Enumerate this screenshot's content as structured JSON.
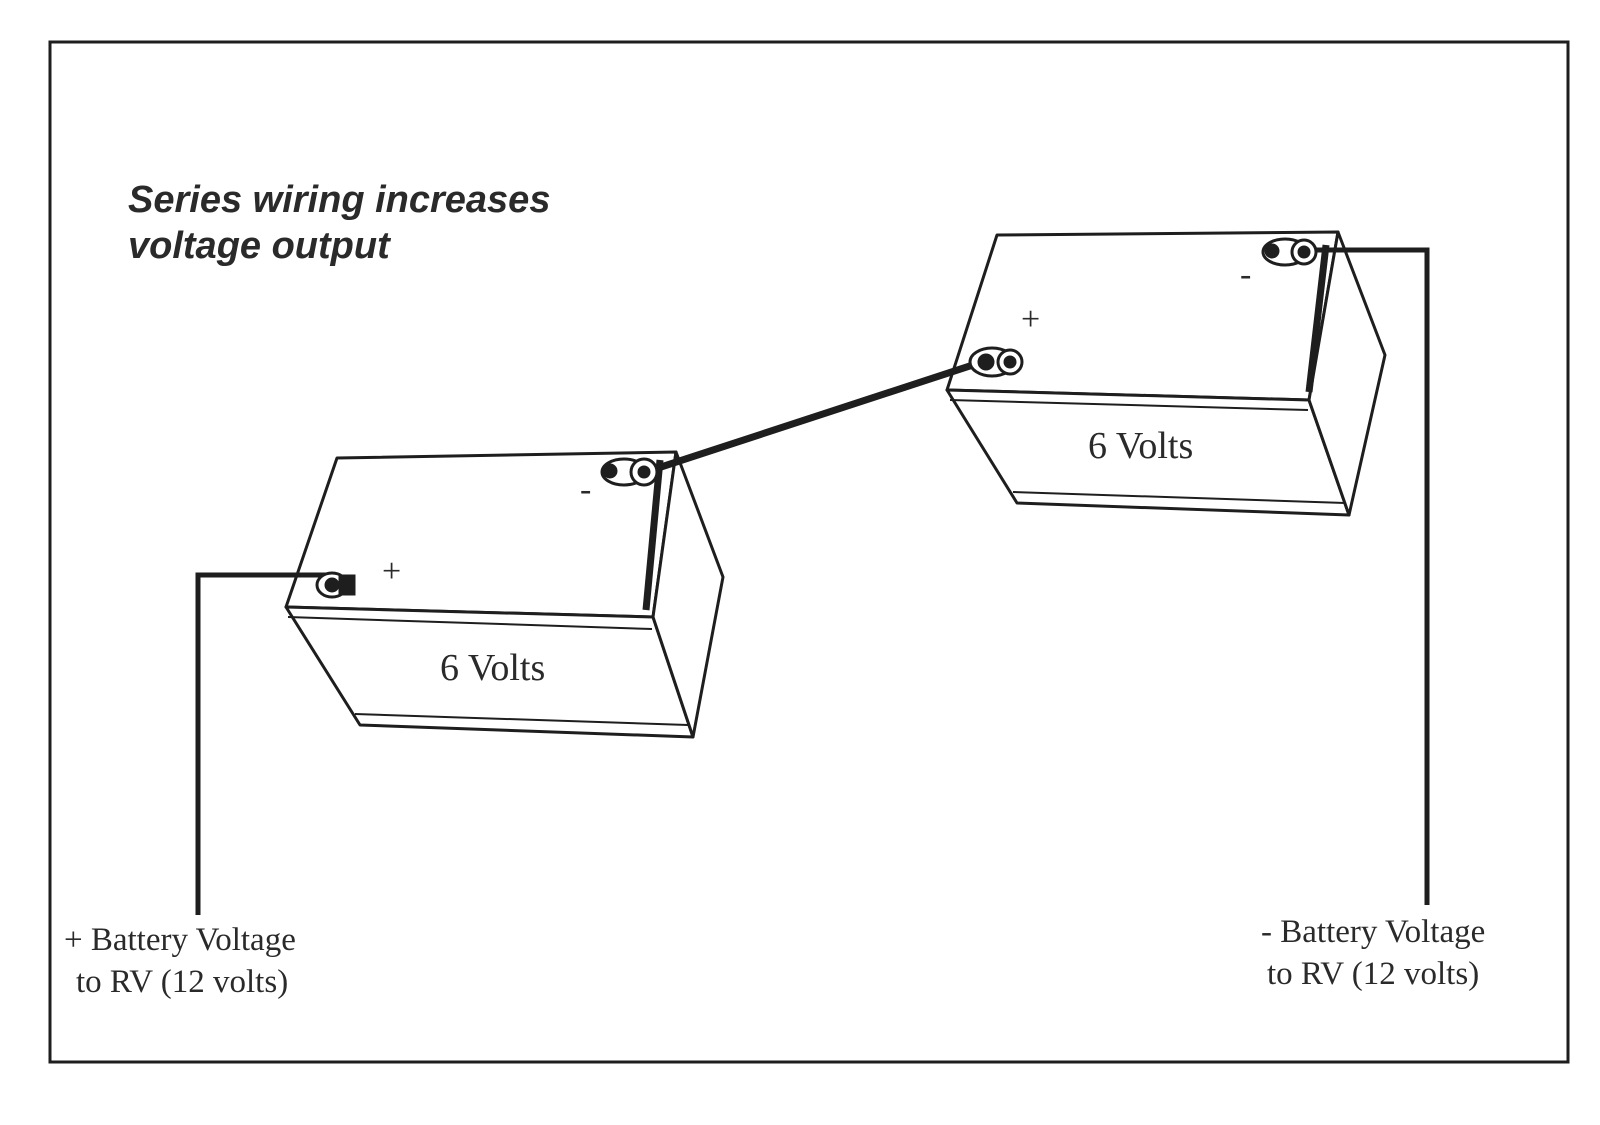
{
  "title": {
    "line1": "Series wiring increases",
    "line2": "voltage output"
  },
  "batteries": [
    {
      "label": "6 Volts",
      "positive_symbol": "+",
      "negative_symbol": "-"
    },
    {
      "label": "6 Volts",
      "positive_symbol": "+",
      "negative_symbol": "-"
    }
  ],
  "captions": {
    "positive": {
      "line1": "+ Battery Voltage",
      "line2": "to RV (12 volts)"
    },
    "negative": {
      "line1": "- Battery Voltage",
      "line2": "to RV (12 volts)"
    }
  },
  "colors": {
    "ink": "#1e1e1e",
    "background": "#ffffff"
  }
}
